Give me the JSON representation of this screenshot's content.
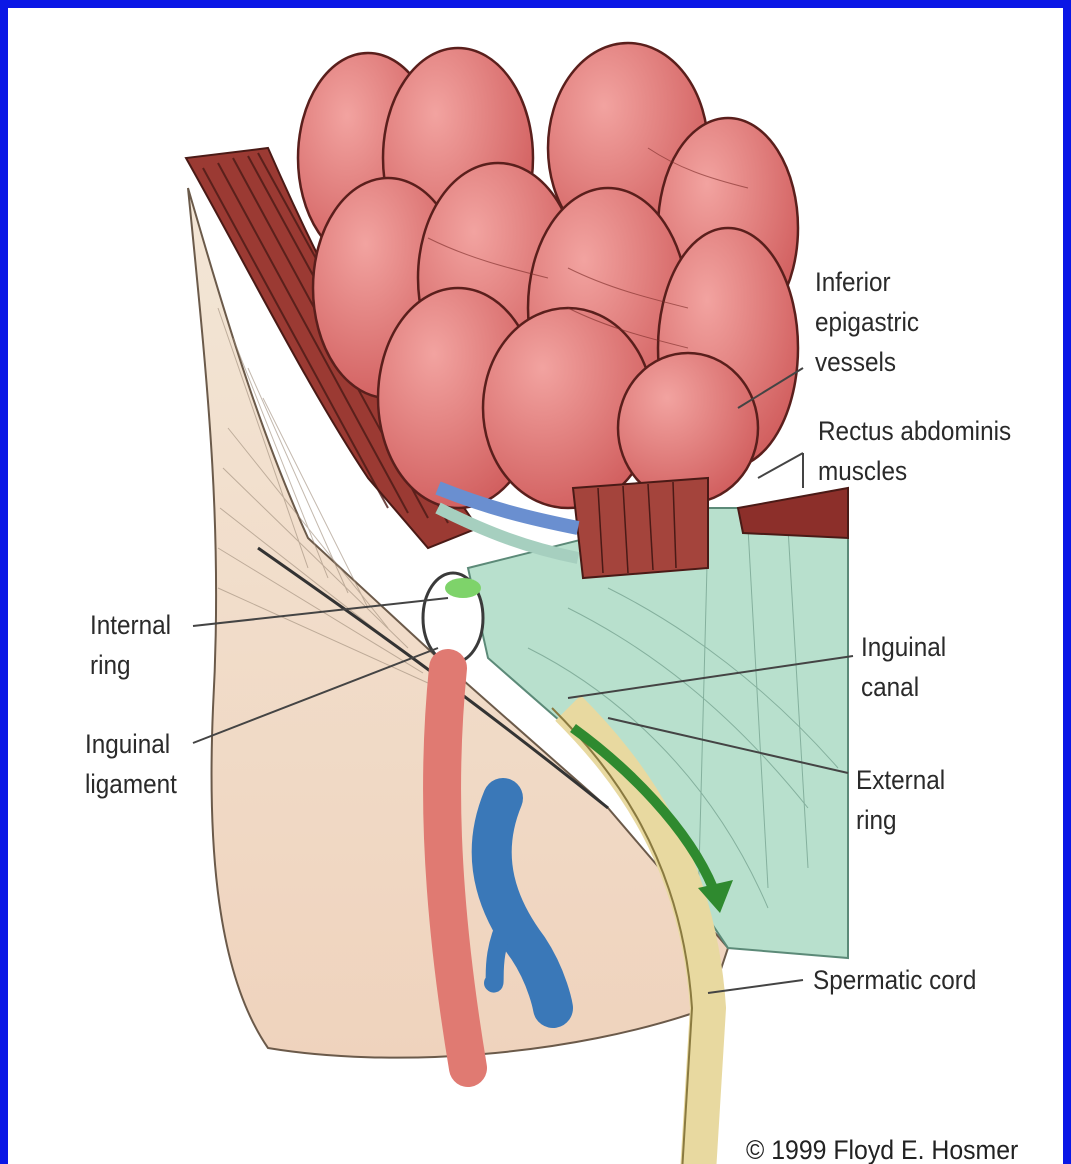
{
  "colors": {
    "border": "#0a17e6",
    "intestine": "#d96a6a",
    "muscle": "#8c2f2a",
    "skin": "#f0d9c2",
    "fascia_green": "#a9d9c4",
    "artery": "#e07a72",
    "vein": "#3a78b8",
    "cord": "#e8d9a0",
    "arrow": "#2f8a2f"
  },
  "labels": {
    "inferior_epigastric": [
      "Inferior",
      "epigastric",
      "vessels"
    ],
    "rectus": [
      "Rectus abdominis",
      "muscles"
    ],
    "internal_ring": [
      "Internal",
      "ring"
    ],
    "inguinal_canal": [
      "Inguinal",
      "canal"
    ],
    "inguinal_ligament": [
      "Inguinal",
      "ligament"
    ],
    "external_ring": [
      "External",
      "ring"
    ],
    "spermatic_cord": [
      "Spermatic cord"
    ]
  },
  "copyright": "© 1999 Floyd E. Hosmer"
}
